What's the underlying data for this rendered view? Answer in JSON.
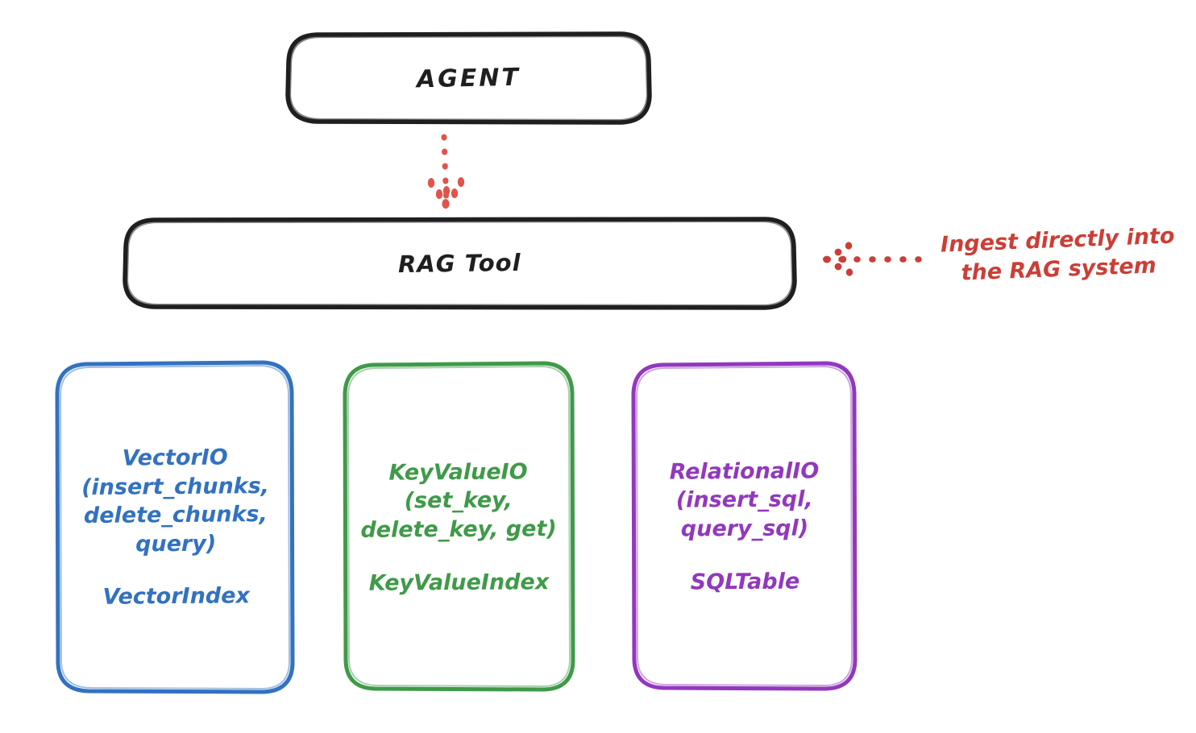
{
  "diagram": {
    "title_node": "AGENT",
    "tool_node": "RAG Tool",
    "annotation": "Ingest directly into\nthe RAG system",
    "providers": [
      {
        "id": "vector",
        "api": "VectorIO\n(insert_chunks,\ndelete_chunks,\nquery)",
        "index": "VectorIndex",
        "color": "#3272c0"
      },
      {
        "id": "keyvalue",
        "api": "KeyValueIO\n(set_key,\ndelete_key, get)",
        "index": "KeyValueIndex",
        "color": "#3f9a49"
      },
      {
        "id": "relational",
        "api": "RelationalIO\n(insert_sql,\nquery_sql)",
        "index": "SQLTable",
        "color": "#9238bd"
      }
    ],
    "colors": {
      "stroke_black": "#1f1f1f",
      "accent_red": "#cc3e36",
      "blue": "#3272c0",
      "green": "#3f9a49",
      "purple": "#9238bd",
      "background": "#ffffff"
    }
  }
}
